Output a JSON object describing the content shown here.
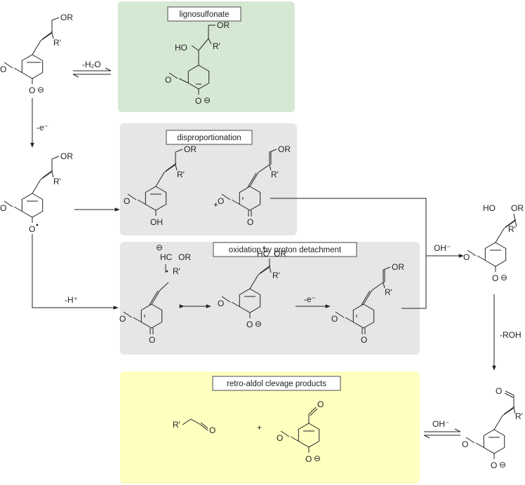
{
  "colors": {
    "green_panel": "#d5e8d4",
    "gray_panel": "#e6e6e6",
    "yellow_panel": "#ffffc0",
    "ink": "#222222"
  },
  "panels": {
    "lignosulfonate": "lignosulfonate",
    "disproportionation": "disproportionation",
    "oxidation": "oxidation by proton detachment",
    "retro_aldol": "retro-aldol clevage products"
  },
  "reagents": {
    "water_loss": "-H₂O",
    "electron_loss": "-e⁻",
    "proton_loss": "-H⁺",
    "electron_loss_2": "-e⁻",
    "hydroxide_top": "OH⁻",
    "roh_loss": "-ROH",
    "hydroxide_bottom": "OH⁻",
    "plus": "+"
  },
  "atom_labels": {
    "OR": "OR",
    "R_prime": "R'",
    "HO": "HO",
    "OH": "OH",
    "O": "O",
    "HC": "HC",
    "HO_OR": "HO",
    "minus_charge": "⊖"
  }
}
